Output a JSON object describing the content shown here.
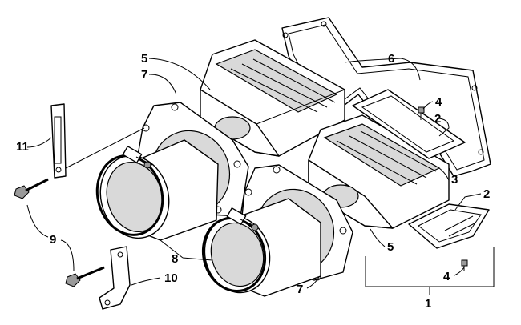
{
  "callouts": {
    "c1": "1",
    "c2a": "2",
    "c2b": "2",
    "c3": "3",
    "c4a": "4",
    "c4b": "4",
    "c5a": "5",
    "c5b": "5",
    "c6": "6",
    "c7a": "7",
    "c7b": "7",
    "c8": "8",
    "c9": "9",
    "c10": "10",
    "c11": "11"
  },
  "colors": {
    "line": "#000000",
    "background": "#ffffff",
    "shade": "#d9d9d9"
  }
}
